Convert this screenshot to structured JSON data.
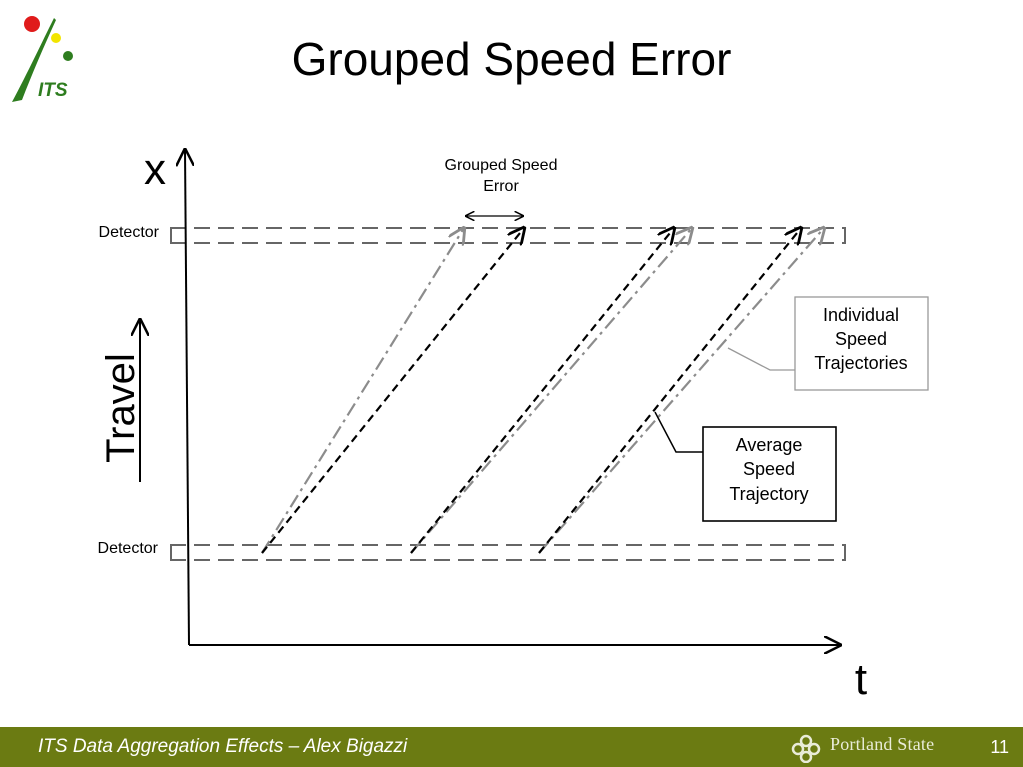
{
  "title": "Grouped Speed Error",
  "diagram": {
    "axis_x_label": "x",
    "axis_t_label": "t",
    "travel_label": "Travel",
    "detector_top_label": "Detector",
    "detector_bottom_label": "Detector",
    "error_label_line1": "Grouped Speed",
    "error_label_line2": "Error",
    "individual_box": [
      "Individual",
      "Speed",
      "Trajectories"
    ],
    "average_box": [
      "Average",
      "Speed",
      "Trajectory"
    ]
  },
  "footer": {
    "text": "ITS Data Aggregation Effects – Alex Bigazzi",
    "university": "Portland State",
    "page_number": "11"
  },
  "colors": {
    "footer_bg": "#6b7b12",
    "individual_line": "#8c8c8c",
    "average_line": "#000000",
    "detector_line": "#666666",
    "logo_red": "#e01b1b",
    "logo_yellow": "#f2e500",
    "logo_green": "#2e7d1f"
  }
}
